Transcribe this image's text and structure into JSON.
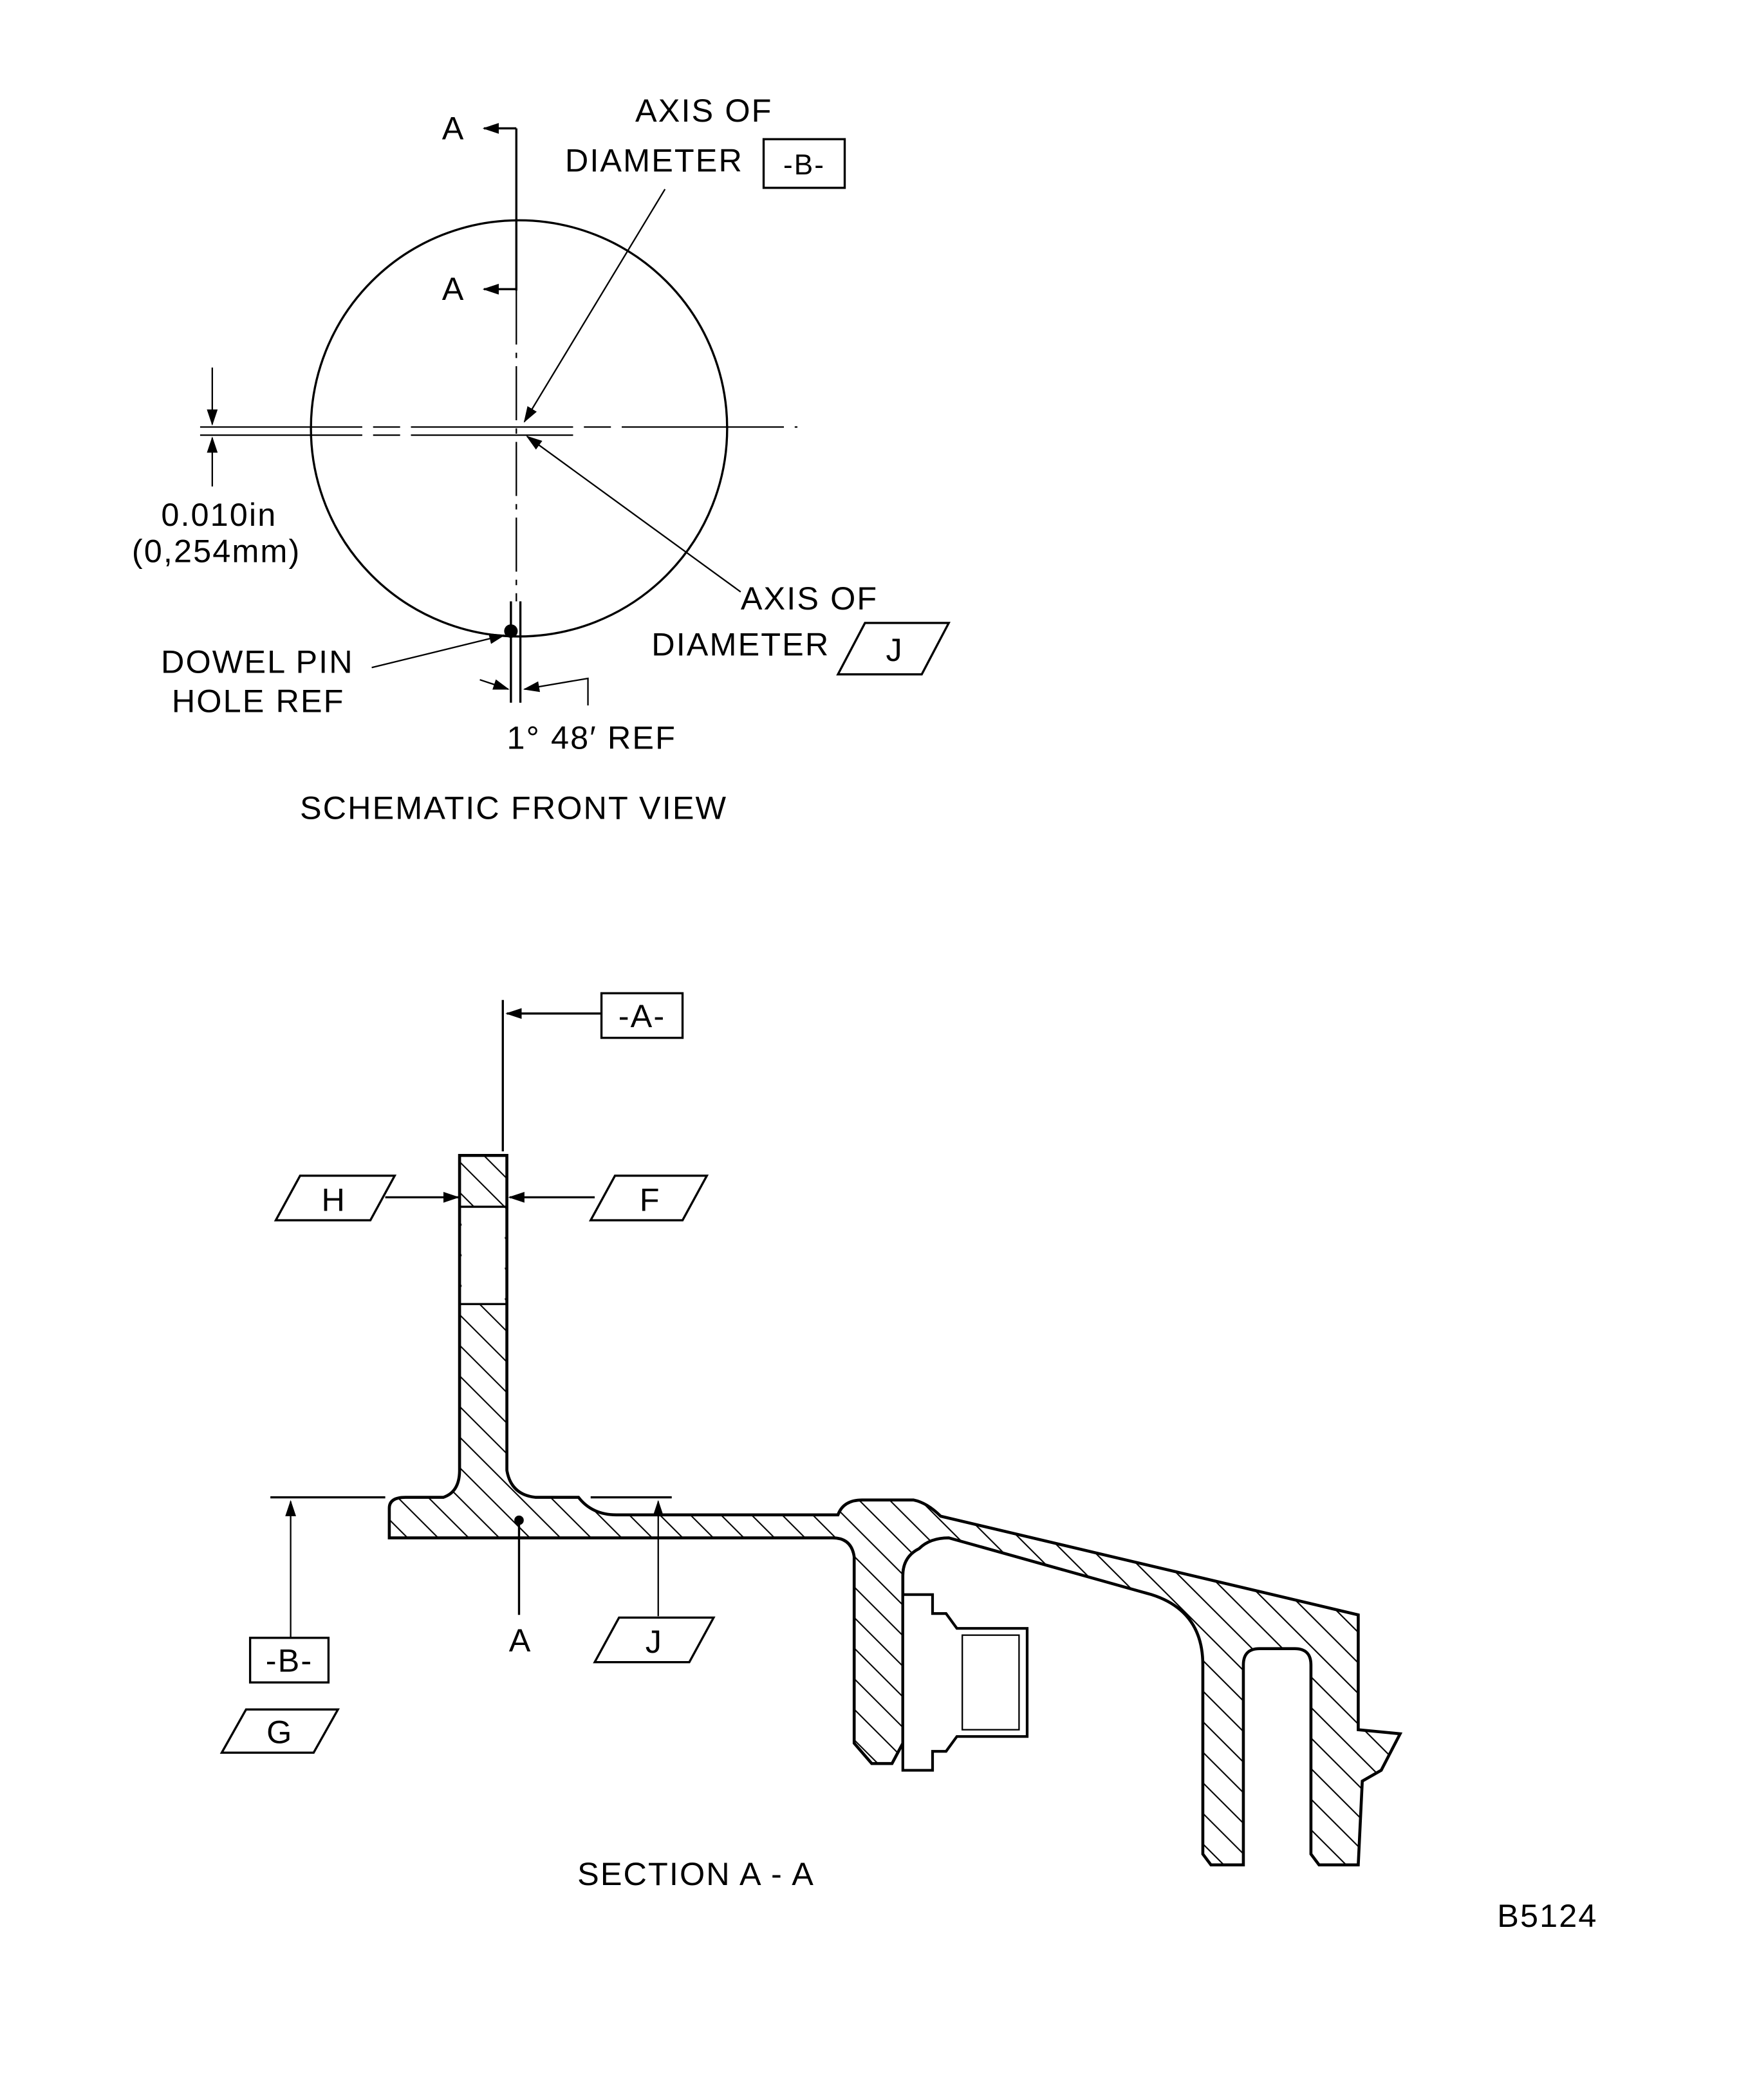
{
  "front_view": {
    "section_mark_top": "A",
    "section_mark_bottom": "A",
    "axis_b_line1": "AXIS OF",
    "axis_b_line2": "DIAMETER",
    "axis_b_datum": "-B-",
    "axis_j_line1": "AXIS OF",
    "axis_j_line2": "DIAMETER",
    "axis_j_datum": "J",
    "offset_in": "0.010in",
    "offset_mm": "(0,254mm)",
    "dowel_line1": "DOWEL PIN",
    "dowel_line2": "HOLE REF",
    "angle": "1° 48′ REF",
    "caption": "SCHEMATIC FRONT VIEW"
  },
  "section": {
    "datum_a": "-A-",
    "datum_b": "-B-",
    "datum_g": "G",
    "datum_h": "H",
    "datum_f": "F",
    "datum_j": "J",
    "point_a": "A",
    "caption": "SECTION A - A"
  },
  "figure_id": "B5124"
}
